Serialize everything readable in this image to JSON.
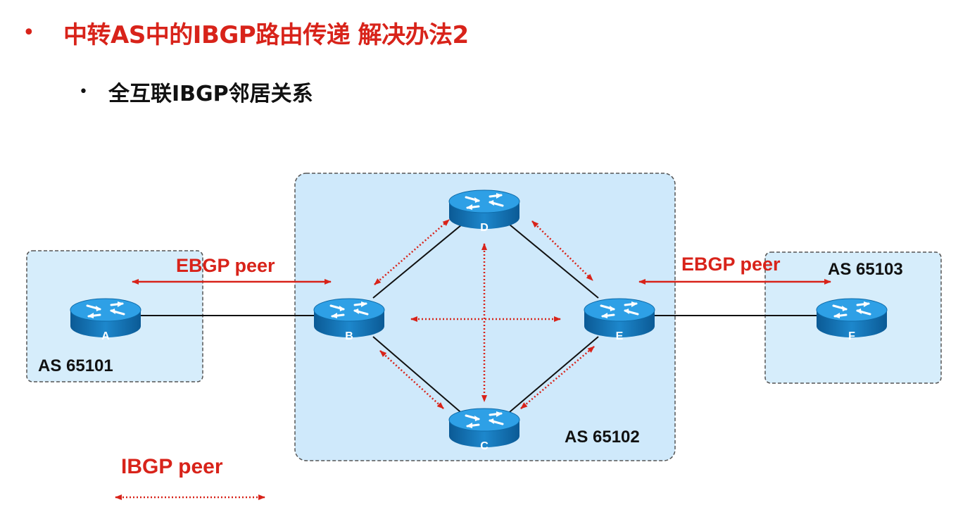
{
  "header": {
    "title": "中转AS中的IBGP路由传递 解决办法2",
    "subtitle": "全互联IBGP邻居关系"
  },
  "diagram": {
    "as_left": "AS 65101",
    "as_middle": "AS 65102",
    "as_right": "AS 65103",
    "ebgp_left": "EBGP peer",
    "ebgp_right": "EBGP peer",
    "routers": {
      "a": "A",
      "b": "B",
      "c": "C",
      "d": "D",
      "e": "E",
      "f": "F"
    },
    "legend_label": "IBGP peer",
    "colors": {
      "accent": "#d8231a",
      "as_fill": "#cfe9fb",
      "router": "#1a8fd2"
    }
  }
}
